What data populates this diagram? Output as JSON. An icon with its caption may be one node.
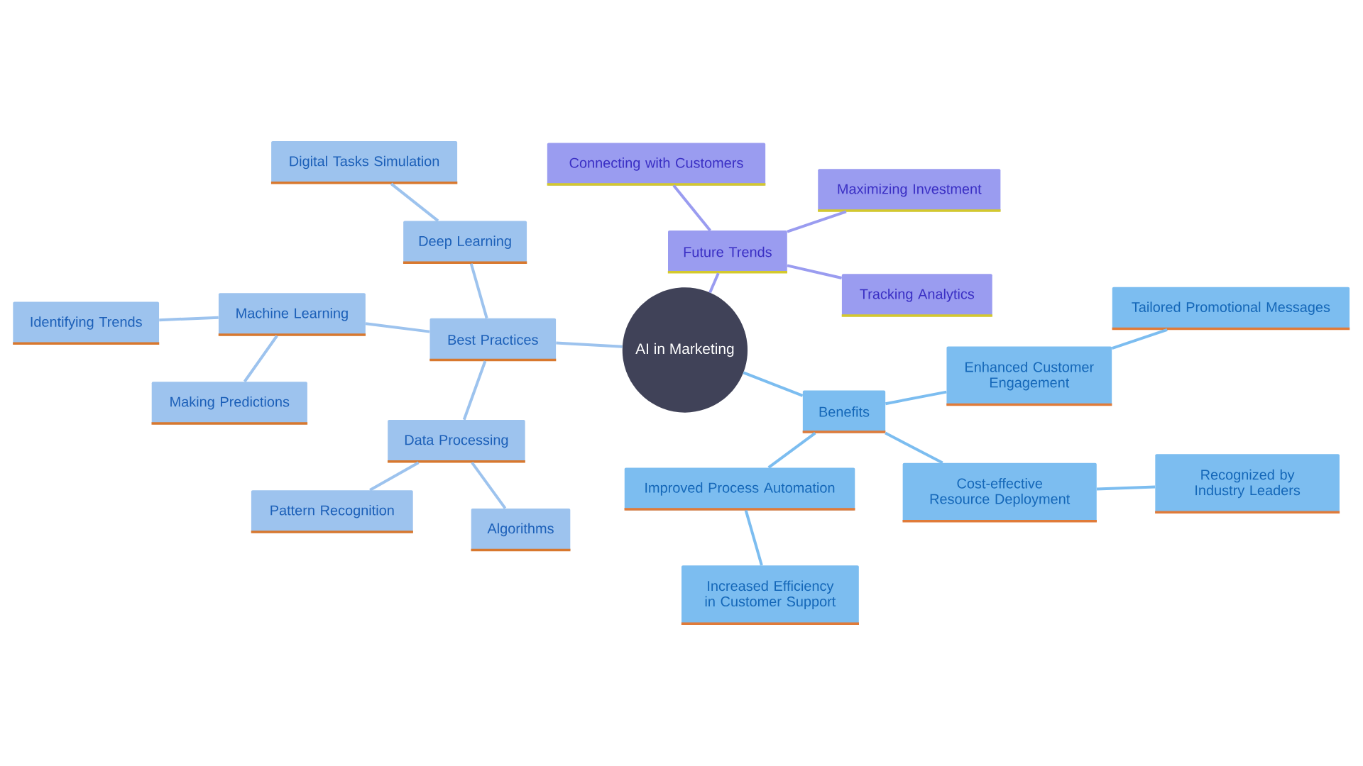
{
  "diagram": {
    "nodes": [
      {
        "text": [
          "AI in Marketing"
        ]
      },
      {
        "text": [
          "Best Practices"
        ]
      },
      {
        "text": [
          "Deep Learning"
        ]
      },
      {
        "text": [
          "Digital Tasks Simulation"
        ]
      },
      {
        "text": [
          "Machine Learning"
        ]
      },
      {
        "text": [
          "Identifying Trends"
        ]
      },
      {
        "text": [
          "Making Predictions"
        ]
      },
      {
        "text": [
          "Data Processing"
        ]
      },
      {
        "text": [
          "Pattern Recognition"
        ]
      },
      {
        "text": [
          "Algorithms"
        ]
      },
      {
        "text": [
          "Future Trends"
        ]
      },
      {
        "text": [
          "Connecting with Customers"
        ]
      },
      {
        "text": [
          "Maximizing Investment"
        ]
      },
      {
        "text": [
          "Tracking Analytics"
        ]
      },
      {
        "text": [
          "Benefits"
        ]
      },
      {
        "text": [
          "Enhanced Customer Engagement"
        ]
      },
      {
        "text": [
          "Tailored Promotional Messages"
        ]
      },
      {
        "text": [
          "Cost-effective Resource Deployment"
        ]
      },
      {
        "text": [
          "Recognized by Industry Leaders"
        ]
      },
      {
        "text": [
          "Improved Process Automation"
        ]
      },
      {
        "text": [
          "Increased Efficiency in Customer Support"
        ]
      }
    ],
    "edges": [
      {
        "from": 0,
        "to": 1,
        "arrow": "none"
      },
      {
        "from": 1,
        "to": 2,
        "arrow": "none"
      },
      {
        "from": 2,
        "to": 3,
        "arrow": "none"
      },
      {
        "from": 1,
        "to": 4,
        "arrow": "none"
      },
      {
        "from": 4,
        "to": 5,
        "arrow": "none"
      },
      {
        "from": 4,
        "to": 6,
        "arrow": "none"
      },
      {
        "from": 1,
        "to": 7,
        "arrow": "none"
      },
      {
        "from": 7,
        "to": 8,
        "arrow": "none"
      },
      {
        "from": 7,
        "to": 9,
        "arrow": "none"
      },
      {
        "from": 0,
        "to": 10,
        "arrow": "none",
        "color": "#9a9cf0"
      },
      {
        "from": 10,
        "to": 11,
        "arrow": "none",
        "color": "#9a9cf0"
      },
      {
        "from": 10,
        "to": 12,
        "arrow": "none",
        "color": "#9a9cf0"
      },
      {
        "from": 10,
        "to": 13,
        "arrow": "none",
        "color": "#9a9cf0"
      },
      {
        "from": 0,
        "to": 14,
        "arrow": "none",
        "color": "#7cbdf0"
      },
      {
        "from": 14,
        "to": 15,
        "arrow": "none",
        "color": "#7cbdf0"
      },
      {
        "from": 15,
        "to": 16,
        "arrow": "none",
        "color": "#7cbdf0"
      },
      {
        "from": 14,
        "to": 17,
        "arrow": "none",
        "color": "#7cbdf0"
      },
      {
        "from": 17,
        "to": 18,
        "arrow": "none",
        "color": "#7cbdf0"
      },
      {
        "from": 14,
        "to": 19,
        "arrow": "none",
        "color": "#7cbdf0"
      },
      {
        "from": 19,
        "to": 20,
        "arrow": "none",
        "color": "#7cbdf0"
      }
    ]
  }
}
